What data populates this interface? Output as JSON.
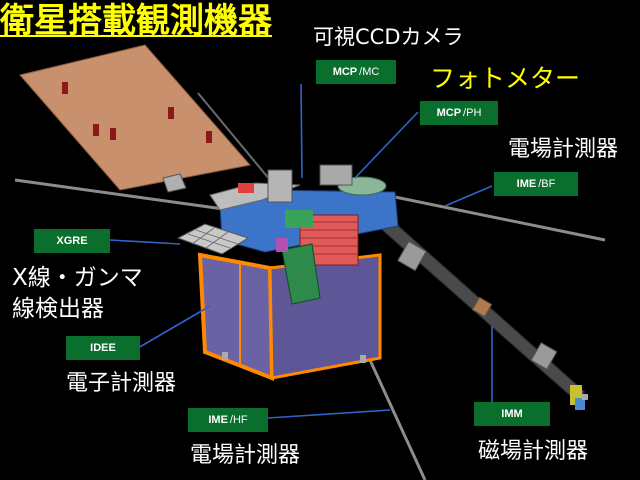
{
  "title": "衛星搭載観測機器",
  "colors": {
    "title": "#ffff00",
    "photometer": "#ffff00",
    "label_box": "#0a6f2c",
    "leader_line": "#2f64c8",
    "solar_panel": "#c9906e",
    "body_purple": "#6a62a4",
    "frame_orange": "#ff8a00"
  },
  "labels": {
    "visible_ccd": "可視CCDカメラ",
    "photometer": "フォトメター",
    "e_field_right": "電場計測器",
    "xray_line1": "X線・ガンマ",
    "xray_line2": "線検出器",
    "electron": "電子計測器",
    "e_field_bottom": "電場計測器",
    "magnetic": "磁場計測器"
  },
  "boxes": {
    "mcp_mc": {
      "main": "MCP",
      "sub": "/MC"
    },
    "mcp_ph": {
      "main": "MCP",
      "sub": "/PH"
    },
    "ime_bf": {
      "main": "IME",
      "sub": "/BF"
    },
    "xgre": {
      "main": "XGRE"
    },
    "idee": {
      "main": "IDEE"
    },
    "ime_hf": {
      "main": "IME",
      "sub": "/HF"
    },
    "imm": {
      "main": "IMM"
    }
  }
}
